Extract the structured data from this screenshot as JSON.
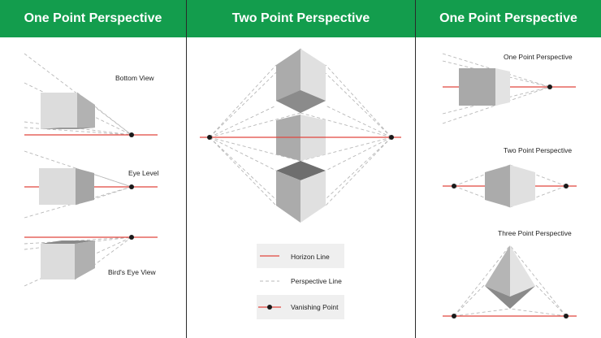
{
  "panels": {
    "left": {
      "title": "One Point Perspective"
    },
    "middle": {
      "title": "Two Point Perspective"
    },
    "right": {
      "title": "One Point Perspective"
    }
  },
  "left_labels": {
    "bottom": "Bottom View",
    "eye": "Eye Level",
    "bird": "Bird's Eye View"
  },
  "right_labels": {
    "one": "One Point Perspective",
    "two": "Two Point Perspective",
    "three": "Three Point Perspective"
  },
  "legend": {
    "horizon": "Horizon Line",
    "perspective": "Perspective Line",
    "vanishing": "Vanishing Point"
  },
  "colors": {
    "header": "#139d4d",
    "horizon": "#e0463f",
    "perspective_line": "#b8b8b8",
    "vanishing_point": "#1a1a1a"
  }
}
